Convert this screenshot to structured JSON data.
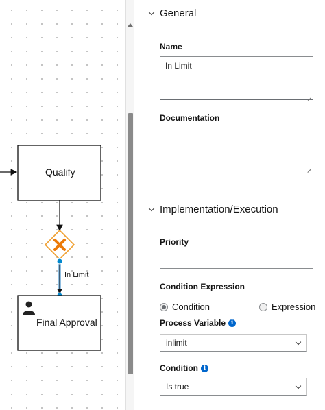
{
  "diagram": {
    "tasks": [
      {
        "label": "Qualify"
      },
      {
        "label": "Final Approval"
      }
    ],
    "edge_label": "In Limit"
  },
  "panel": {
    "general": {
      "title": "General",
      "name_label": "Name",
      "name_value": "In Limit",
      "documentation_label": "Documentation",
      "documentation_value": ""
    },
    "implementation": {
      "title": "Implementation/Execution",
      "priority_label": "Priority",
      "priority_value": "",
      "condition_expression_label": "Condition Expression",
      "radio_options": [
        {
          "label": "Condition",
          "checked": true
        },
        {
          "label": "Expression",
          "checked": false
        }
      ],
      "process_variable_label": "Process Variable",
      "process_variable_value": "inlimit",
      "condition_label": "Condition",
      "condition_value": "Is true"
    }
  },
  "colors": {
    "gateway_orange": "#f0a030",
    "gateway_x": "#ec7a08",
    "connector_blue": "#0088ce",
    "selected_flow": "#6ca8d6",
    "info_blue": "#0066cc"
  }
}
